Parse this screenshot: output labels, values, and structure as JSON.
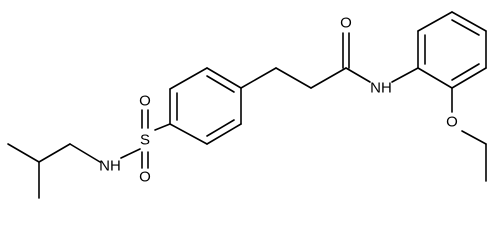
{
  "molecule": {
    "atoms": {
      "sulfur": "S",
      "sulfonyl_oxygen_top": "O",
      "sulfonyl_oxygen_bottom": "O",
      "sulfonamide_nh": "NH",
      "amide_oxygen": "O",
      "amide_nh": "NH",
      "ether_oxygen": "O"
    }
  }
}
